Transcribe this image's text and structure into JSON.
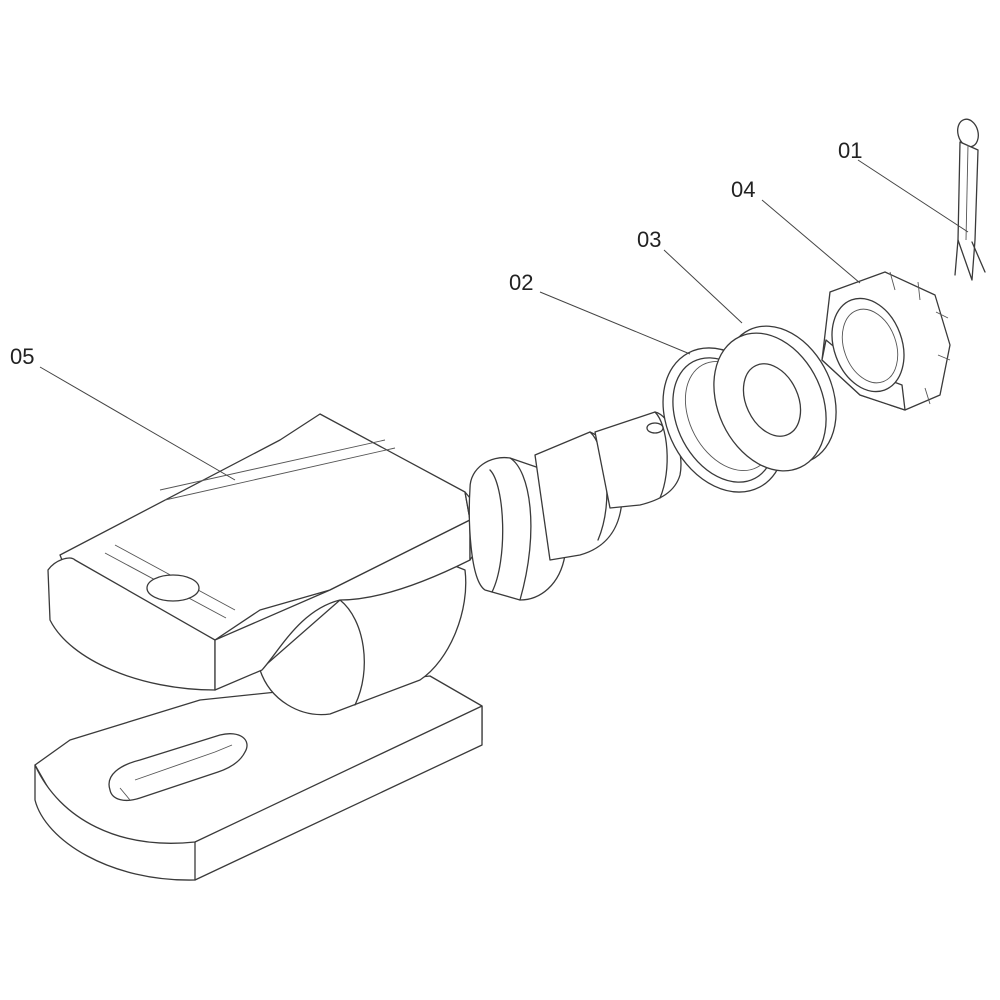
{
  "callouts": {
    "c01": "01",
    "c02": "02",
    "c03": "03",
    "c04": "04",
    "c05": "05"
  }
}
